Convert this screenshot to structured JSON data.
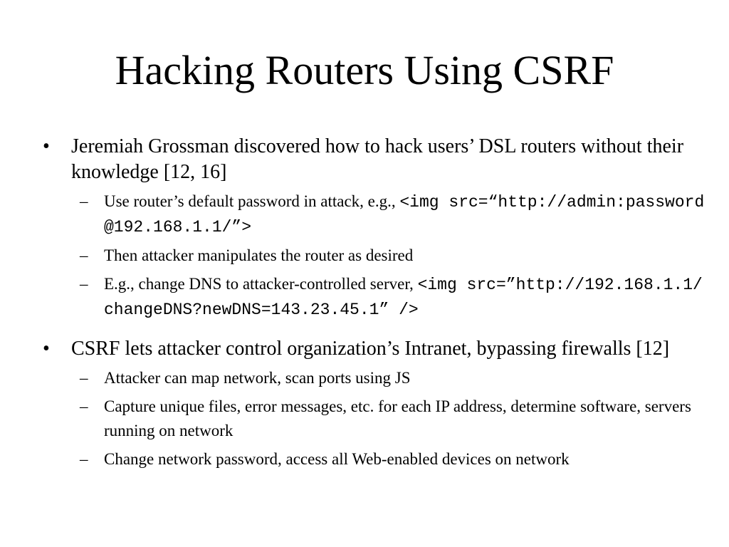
{
  "slide": {
    "title": "Hacking Routers Using CSRF",
    "bullet_symbol": "•",
    "dash_symbol": "–",
    "points": [
      {
        "text": "Jeremiah Grossman discovered how to hack users’ DSL routers without their knowledge [12, 16]",
        "subpoints": [
          {
            "text": "Use router’s default password in attack, e.g., ",
            "code": "<img src=“http://admin:password@192.168.1.1/”>"
          },
          {
            "text": "Then attacker manipulates the router as desired"
          },
          {
            "text": "E.g., change DNS to attacker-controlled server, ",
            "code": "<img src=”http://192.168.1.1/changeDNS?newDNS=143.23.45.1” />"
          }
        ]
      },
      {
        "text": "CSRF lets attacker control organization’s Intranet, bypassing firewalls [12]",
        "subpoints": [
          {
            "text": "Attacker can map network, scan ports using JS"
          },
          {
            "text": "Capture unique files, error messages, etc. for each IP address, determine software, servers running on network"
          },
          {
            "text": "Change network password, access all Web-enabled devices on network"
          }
        ]
      }
    ]
  }
}
